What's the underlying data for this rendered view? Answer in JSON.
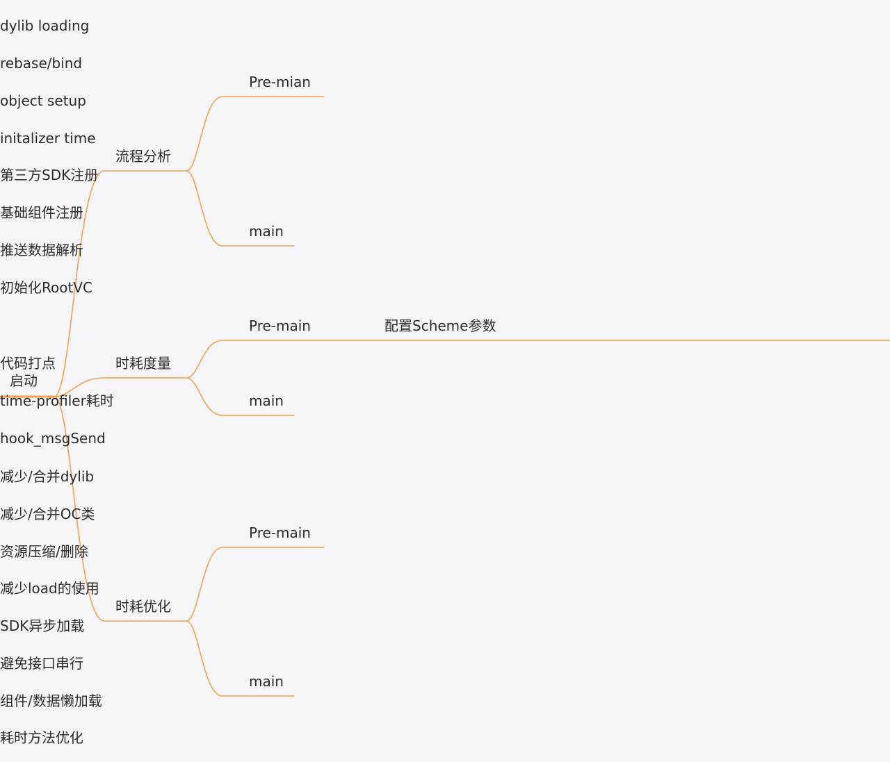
{
  "accent_color": "#f0a14b",
  "text_color": "#2b2b2b",
  "root": {
    "label": "启动",
    "children": [
      {
        "label": "流程分析",
        "children": [
          {
            "label": "Pre-mian",
            "children": [
              {
                "label": "dylib loading"
              },
              {
                "label": "rebase/bind"
              },
              {
                "label": "object setup"
              },
              {
                "label": "initalizer time"
              }
            ]
          },
          {
            "label": "main",
            "children": [
              {
                "label": "第三方SDK注册"
              },
              {
                "label": "基础组件注册"
              },
              {
                "label": "推送数据解析"
              },
              {
                "label": "初始化RootVC"
              }
            ]
          }
        ]
      },
      {
        "label": "时耗度量",
        "children": [
          {
            "label": "Pre-main",
            "children": [
              {
                "label": "配置Scheme参数"
              }
            ]
          },
          {
            "label": "main",
            "children": [
              {
                "label": "代码打点"
              },
              {
                "label": "time-profiler耗时"
              },
              {
                "label": "hook_msgSend"
              }
            ]
          }
        ]
      },
      {
        "label": "时耗优化",
        "children": [
          {
            "label": "Pre-main",
            "children": [
              {
                "label": "减少/合并dylib"
              },
              {
                "label": "减少/合并OC类"
              },
              {
                "label": "资源压缩/删除"
              },
              {
                "label": "减少load的使用"
              }
            ]
          },
          {
            "label": "main",
            "children": [
              {
                "label": "SDK异步加载"
              },
              {
                "label": "避免接口串行"
              },
              {
                "label": "组件/数据懒加载"
              },
              {
                "label": "耗时方法优化"
              }
            ]
          }
        ]
      }
    ]
  }
}
